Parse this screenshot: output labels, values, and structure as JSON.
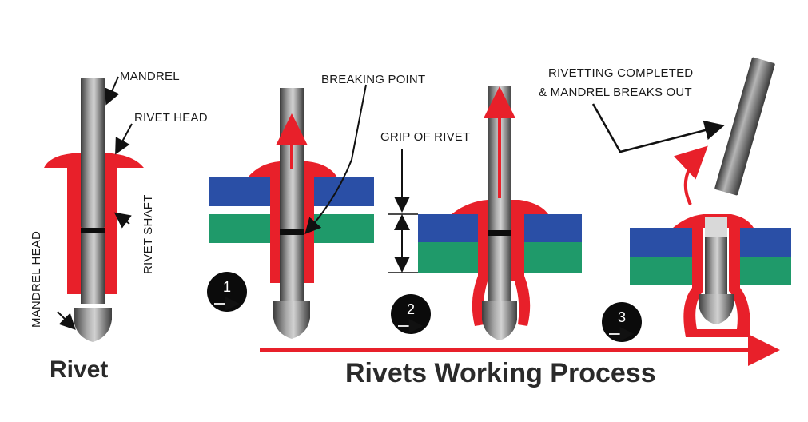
{
  "labels": {
    "mandrel": "MANDREL",
    "rivet_head": "RIVET HEAD",
    "rivet_shaft": "RIVET SHAFT",
    "mandrel_head": "MANDREL HEAD",
    "breaking_point": "BREAKING POINT",
    "grip_of_rivet": "GRIP OF RIVET",
    "completed_line1": "RIVETTING COMPLETED",
    "completed_line2": "& MANDREL BREAKS OUT"
  },
  "steps": [
    "1",
    "2",
    "3"
  ],
  "captions": {
    "rivet": "Rivet",
    "process": "Rivets Working Process"
  },
  "colors": {
    "rivet_red": "#e8202a",
    "plate_blue": "#2a4fa6",
    "plate_green": "#1f9a6a",
    "mandrel_dark": "#4a4a4a",
    "mandrel_light": "#b8b8b8"
  }
}
